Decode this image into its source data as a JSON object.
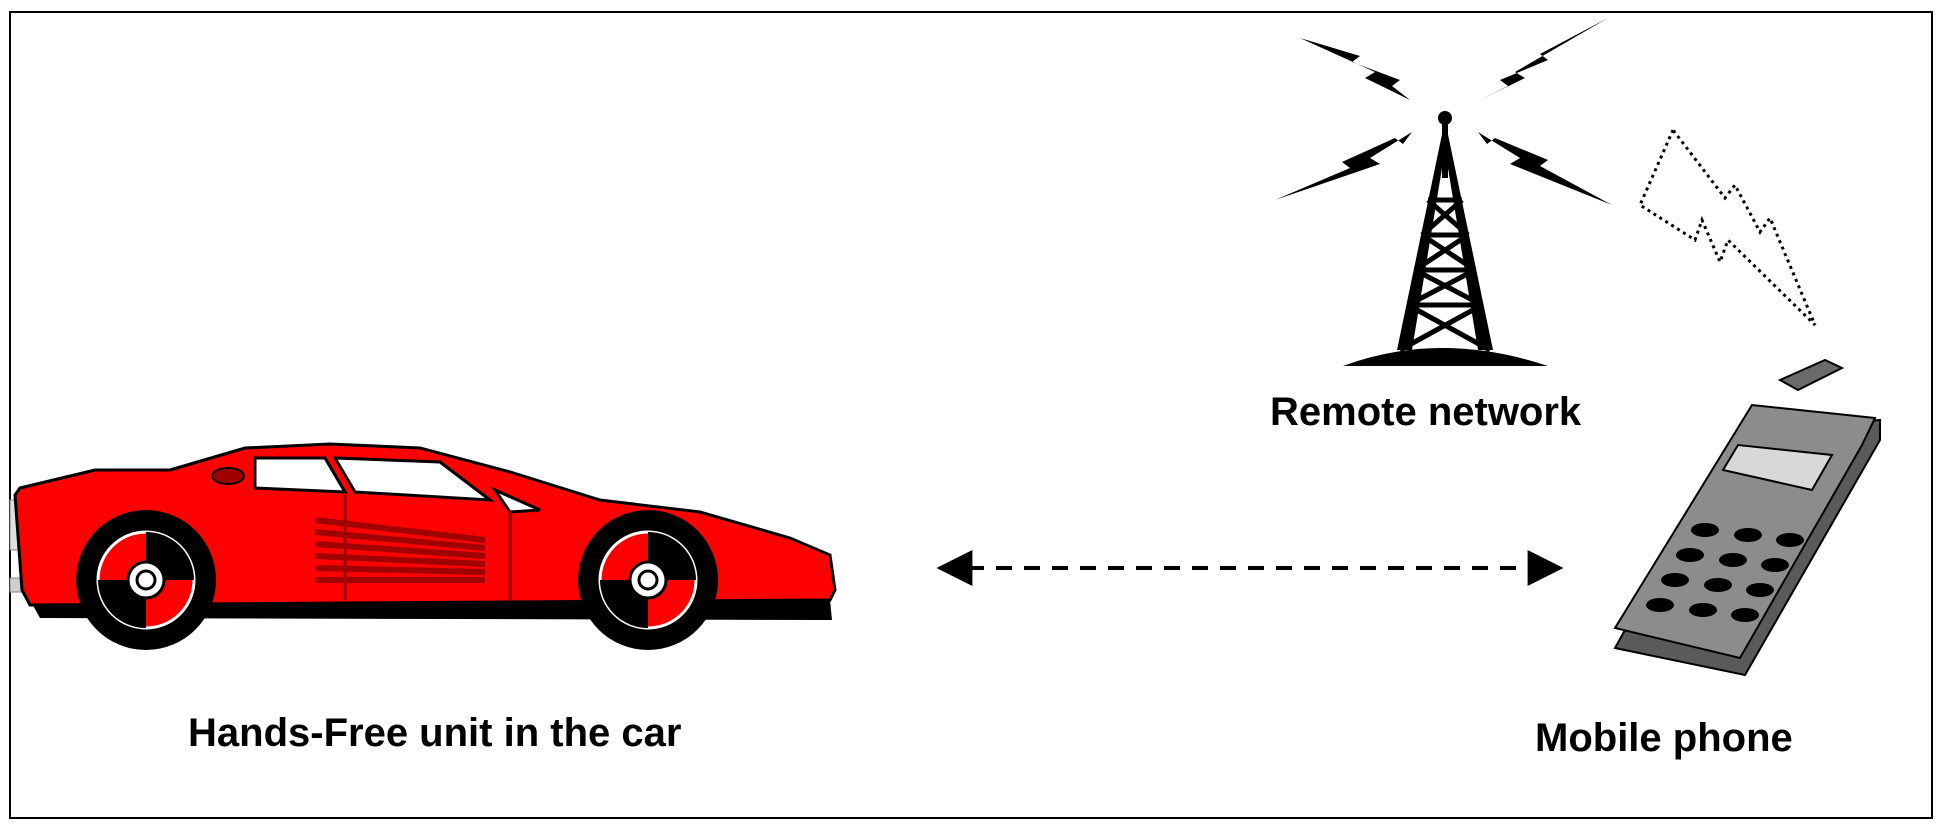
{
  "diagram": {
    "labels": {
      "remote_network": "Remote network",
      "mobile_phone": "Mobile phone",
      "hands_free": "Hands-Free unit in the car"
    },
    "icons": {
      "tower": "radio-tower-icon",
      "phone": "mobile-phone-icon",
      "car": "sports-car-icon"
    },
    "colors": {
      "car_body": "#ff0000",
      "car_shadow": "#a00000",
      "phone_body": "#808080",
      "phone_screen": "#d8d8d8",
      "line": "#000000"
    },
    "connections": [
      {
        "from": "hands_free",
        "to": "mobile_phone",
        "style": "dashed",
        "direction": "bidirectional"
      },
      {
        "from": "remote_network",
        "to": "mobile_phone",
        "style": "dotted-lightning"
      }
    ]
  }
}
